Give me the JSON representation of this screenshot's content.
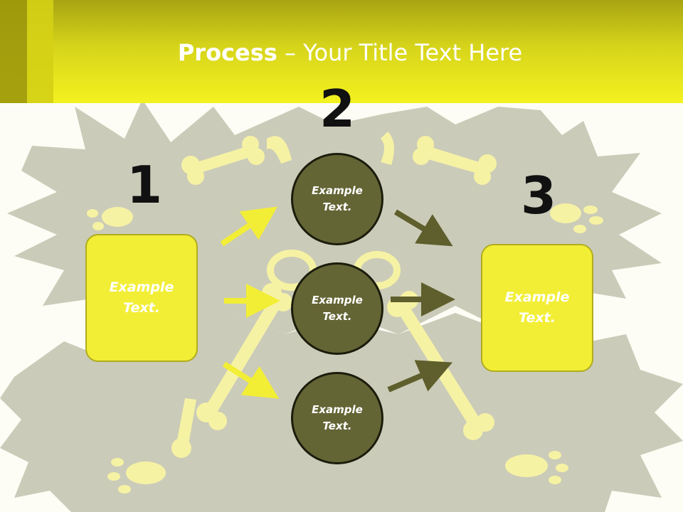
{
  "title": {
    "bold": "Process",
    "rest": " – Your Title Text Here"
  },
  "steps": {
    "one": "1",
    "two": "2",
    "three": "3"
  },
  "left_box": {
    "text": "Example Text."
  },
  "right_box": {
    "text": "Example Text."
  },
  "circles": [
    {
      "text": "Example Text."
    },
    {
      "text": "Example Text."
    },
    {
      "text": "Example Text."
    }
  ],
  "colors": {
    "header": "#f4f220",
    "box": "#f2ee35",
    "circle": "#646535",
    "arrow_in": "#f2ee35",
    "arrow_out": "#5e5f2c",
    "splash": "#cbcbb9",
    "bone": "#f6f2a4"
  }
}
